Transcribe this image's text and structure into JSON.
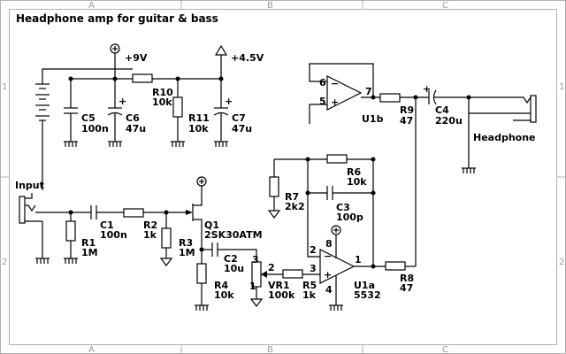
{
  "title": "Headphone amp for guitar & bass",
  "frame": {
    "columns": [
      "A",
      "B",
      "C"
    ],
    "rows": [
      "1",
      "2"
    ]
  },
  "rails": {
    "v9": "+9V",
    "v45": "+4.5V"
  },
  "ports": {
    "input": "Input",
    "output": "Headphone"
  },
  "components": {
    "C5": {
      "ref": "C5",
      "value": "100n"
    },
    "C6": {
      "ref": "C6",
      "value": "47u"
    },
    "R10": {
      "ref": "R10",
      "value": "10k"
    },
    "R11": {
      "ref": "R11",
      "value": "10k"
    },
    "C7": {
      "ref": "C7",
      "value": "47u"
    },
    "R1": {
      "ref": "R1",
      "value": "1M"
    },
    "C1": {
      "ref": "C1",
      "value": "100n"
    },
    "R2": {
      "ref": "R2",
      "value": "1k"
    },
    "R3": {
      "ref": "R3",
      "value": "1M"
    },
    "Q1": {
      "ref": "Q1",
      "value": "2SK30ATM"
    },
    "C2": {
      "ref": "C2",
      "value": "10u"
    },
    "R4": {
      "ref": "R4",
      "value": "10k"
    },
    "VR1": {
      "ref": "VR1",
      "value": "100k"
    },
    "R5": {
      "ref": "R5",
      "value": "1k"
    },
    "R7": {
      "ref": "R7",
      "value": "2k2"
    },
    "R6": {
      "ref": "R6",
      "value": "10k"
    },
    "C3": {
      "ref": "C3",
      "value": "100p"
    },
    "U1a": {
      "ref": "U1a",
      "value": "5532"
    },
    "U1b": {
      "ref": "U1b",
      "value": ""
    },
    "R8": {
      "ref": "R8",
      "value": "47"
    },
    "R9": {
      "ref": "R9",
      "value": "47"
    },
    "C4": {
      "ref": "C4",
      "value": "220u"
    }
  },
  "pins": {
    "u1b_inv": "6",
    "u1b_noninv": "5",
    "u1b_out": "7",
    "u1a_inv": "2",
    "u1a_noninv": "3",
    "u1a_out": "1",
    "u1a_vplus": "8",
    "u1a_vminus": "4",
    "vr1_top": "3",
    "vr1_wiper": "2",
    "vr1_bottom": "1",
    "minus": "−",
    "plus": "+"
  }
}
